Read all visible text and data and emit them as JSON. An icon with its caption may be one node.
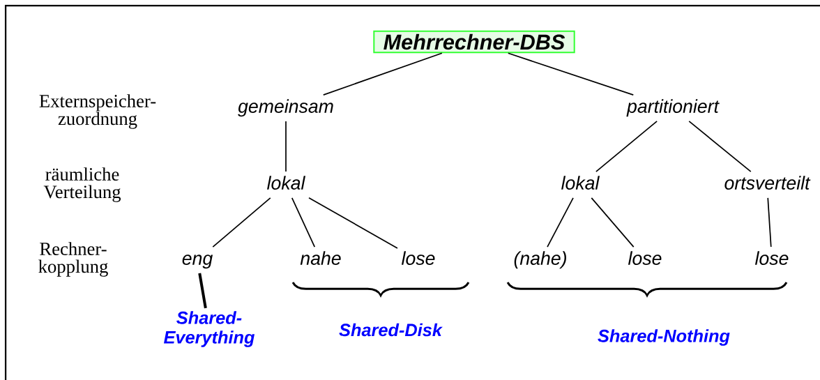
{
  "diagram": {
    "nodes": [
      {
        "text": [
          "Mehrrechner-DBS"
        ]
      },
      {
        "text": [
          "gemeinsam"
        ]
      },
      {
        "text": [
          "partitioniert"
        ]
      },
      {
        "text": [
          "lokal"
        ]
      },
      {
        "text": [
          "lokal"
        ]
      },
      {
        "text": [
          "ortsverteilt"
        ]
      },
      {
        "text": [
          "eng"
        ]
      },
      {
        "text": [
          "nahe"
        ]
      },
      {
        "text": [
          "lose"
        ]
      },
      {
        "text": [
          "(nahe)"
        ]
      },
      {
        "text": [
          "lose"
        ]
      },
      {
        "text": [
          "lose"
        ]
      },
      {
        "text": [
          "Shared- Everything"
        ]
      },
      {
        "text": [
          "Shared-Disk"
        ]
      },
      {
        "text": [
          "Shared-Nothing"
        ]
      }
    ],
    "edges": [
      {
        "from": 0,
        "to": 1,
        "arrow": "none"
      },
      {
        "from": 0,
        "to": 2,
        "arrow": "none"
      },
      {
        "from": 1,
        "to": 3,
        "arrow": "none"
      },
      {
        "from": 2,
        "to": 4,
        "arrow": "none"
      },
      {
        "from": 2,
        "to": 5,
        "arrow": "none"
      },
      {
        "from": 3,
        "to": 6,
        "arrow": "none"
      },
      {
        "from": 3,
        "to": 7,
        "arrow": "none"
      },
      {
        "from": 3,
        "to": 8,
        "arrow": "none"
      },
      {
        "from": 4,
        "to": 9,
        "arrow": "none"
      },
      {
        "from": 4,
        "to": 10,
        "arrow": "none"
      },
      {
        "from": 5,
        "to": 11,
        "arrow": "none"
      },
      {
        "from": 6,
        "to": 12,
        "arrow": "none",
        "style": "thick"
      }
    ],
    "labels": [
      "Externspeicher- zuordnung",
      "räumliche Verteilung",
      "Rechner- kopplung"
    ]
  }
}
